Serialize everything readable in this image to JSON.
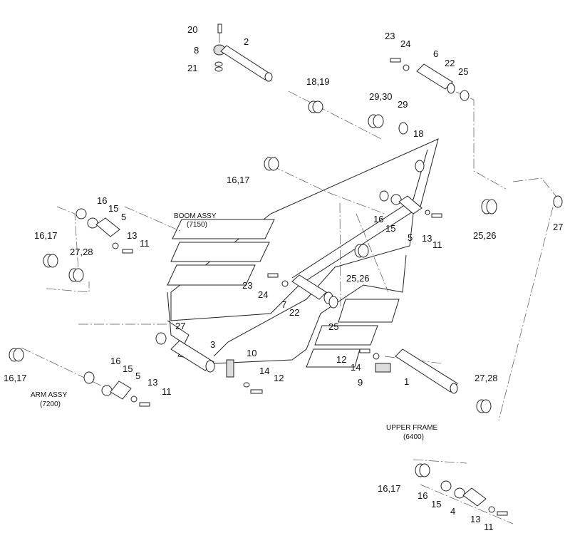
{
  "assemblies": {
    "boom": {
      "name": "BOOM ASSY",
      "code": "(7150)"
    },
    "arm": {
      "name": "ARM ASSY",
      "code": "(7200)"
    },
    "upper_frame": {
      "name": "UPPER FRAME",
      "code": "(6400)"
    }
  },
  "callouts": {
    "c20": "20",
    "c8": "8",
    "c2": "2",
    "c21": "21",
    "c23a": "23",
    "c24a": "24",
    "c6": "6",
    "c22a": "22",
    "c25a": "25",
    "c1819": "18,19",
    "c2930": "29,30",
    "c29": "29",
    "c18": "18",
    "c1617a": "16,17",
    "c16a": "16",
    "c15a": "15",
    "c5a": "5",
    "c13a": "13",
    "c11a": "11",
    "c1617b": "16,17",
    "c2728a": "27,28",
    "c16b": "16",
    "c15b": "15",
    "c5b": "5",
    "c13b": "13",
    "c11b": "11",
    "c2526a": "25,26",
    "c27a": "27",
    "c2526b": "25,26",
    "c23b": "23",
    "c24b": "24",
    "c7": "7",
    "c22b": "22",
    "c25b": "25",
    "c27b": "27",
    "c3": "3",
    "c10": "10",
    "c14a": "14",
    "c12a": "12",
    "c12b": "12",
    "c14b": "14",
    "c9": "9",
    "c1": "1",
    "c1617c": "16,17",
    "c16c": "16",
    "c15c": "15",
    "c5c": "5",
    "c13c": "13",
    "c11c": "11",
    "c2728b": "27,28",
    "c1617d": "16,17",
    "c16d": "16",
    "c15d": "15",
    "c4": "4",
    "c13d": "13",
    "c11d": "11"
  }
}
